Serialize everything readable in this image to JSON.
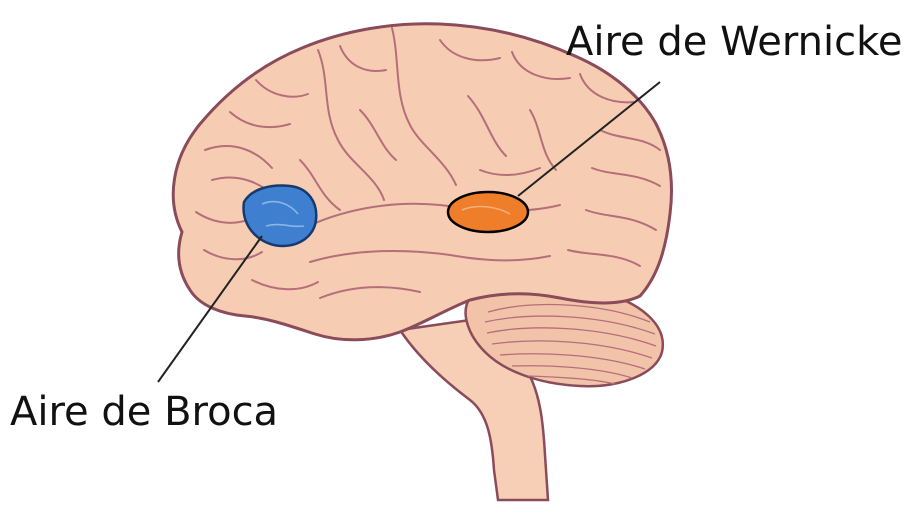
{
  "labels": {
    "wernicke": "Aire de Wernicke",
    "broca": "Aire de Broca"
  },
  "colors": {
    "brain_fill": "#f6cdb2",
    "brain_outline": "#8a4b5a",
    "fold_lines": "#b56e7b",
    "cerebellum_fill": "#f2c3a8",
    "brainstem_fill": "#f6cfb6",
    "broca_area": "#3f7fd0",
    "wernicke_area": "#ef7e2b",
    "leader_line": "#222222"
  },
  "icons": {
    "brain": "brain-illustration"
  }
}
